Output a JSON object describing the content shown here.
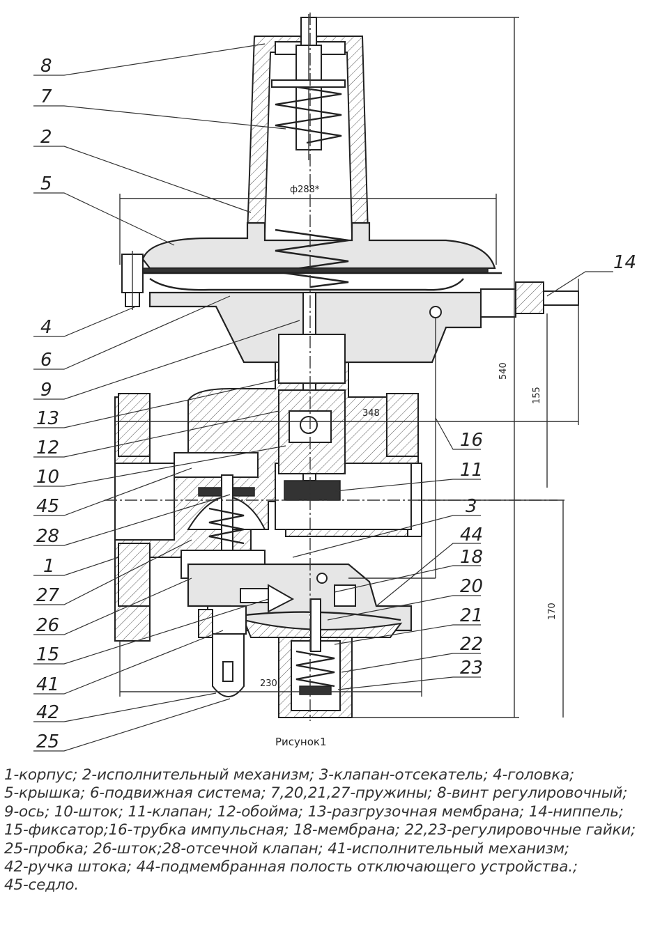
{
  "caption": "Рисунок1",
  "callouts": [
    "8",
    "7",
    "2",
    "5",
    "4",
    "6",
    "9",
    "13",
    "12",
    "10",
    "45",
    "28",
    "1",
    "27",
    "26",
    "15",
    "41",
    "42",
    "25",
    "14",
    "16",
    "11",
    "3",
    "44",
    "18",
    "20",
    "21",
    "22",
    "23"
  ],
  "dimensions": {
    "d288": "ф288*",
    "d348": "348",
    "d540": "540",
    "d155": "155",
    "d170": "170",
    "d230": "230"
  },
  "legend": [
    "1-корпус; 2-исполнительный механизм; 3-клапан-отсекатель; 4-головка;",
    "5-крышка; 6-подвижная система; 7,20,21,27-пружины; 8-винт регулировочный;",
    "9-ось; 10-шток; 11-клапан; 12-обойма; 13-разгрузочная мембрана; 14-ниппель;",
    "15-фиксатор;16-трубка импульсная; 18-мембрана; 22,23-регулировочные гайки;",
    "25-пробка; 26-шток;28-отсечной клапан; 41-исполнительный механизм;",
    "42-ручка штока; 44-подмембранная полость отключающего устройства.;",
    "45-седло."
  ]
}
